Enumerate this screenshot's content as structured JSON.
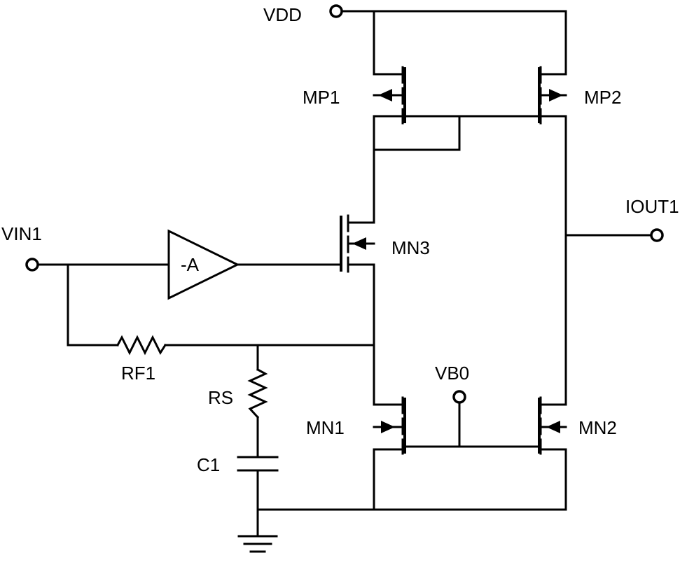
{
  "diagram": {
    "nodes": {
      "vdd": "VDD",
      "vin1": "VIN1",
      "iout1": "IOUT1",
      "vb0": "VB0"
    },
    "devices": {
      "mp1": "MP1",
      "mp2": "MP2",
      "mn1": "MN1",
      "mn2": "MN2",
      "mn3": "MN3",
      "amp": "-A",
      "rf1": "RF1",
      "rs": "RS",
      "c1": "C1"
    }
  }
}
